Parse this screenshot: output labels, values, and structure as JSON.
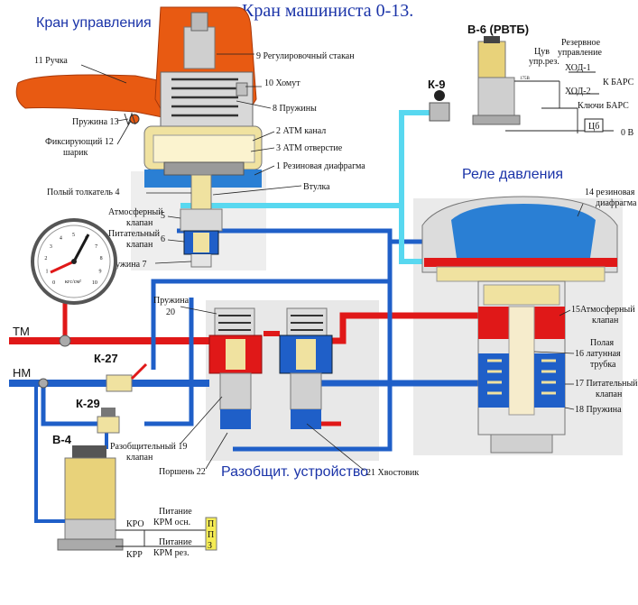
{
  "title": "Кран машиниста 0-13.",
  "sections": {
    "control_valve": "Кран управления",
    "pressure_relay": "Реле давления",
    "disconnect_device": "Разобщит. устройство"
  },
  "valve_labels": {
    "l11": "11 Ручка",
    "l9": "9 Регулировочный стакан",
    "l10": "10 Хомут",
    "l13": "Пружина 13",
    "l8": "8 Пружины",
    "l12a": "Фиксирующий 12",
    "l12b": "шарик",
    "l2": "2 АТМ канал",
    "l3": "3 АТМ отверстие",
    "l1": "1 Резиновая диафрагма",
    "l4": "Полый толкатель 4",
    "bushing": "Втулка",
    "l5a": "Атмосферный",
    "l5b": "клапан",
    "l5n": "5",
    "l6a": "Питательный",
    "l6b": "клапан",
    "l6n": "6",
    "l7": "Пружина 7"
  },
  "pipes": {
    "tm": "ТМ",
    "nm": "НМ",
    "k27": "К-27",
    "k29": "К-29",
    "k9": "К-9",
    "b4": "В-4"
  },
  "gauge": {
    "unit": "кгс/см²",
    "ticks": [
      "0",
      "1",
      "2",
      "3",
      "4",
      "5",
      "6",
      "7",
      "8",
      "9",
      "10"
    ]
  },
  "disconnect_labels": {
    "l20a": "Пружина",
    "l20b": "20",
    "l19a": "Разобщительный 19",
    "l19b": "клапан",
    "l22": "Поршень 22",
    "l21": "21 Хвостовик"
  },
  "relay_labels": {
    "l14a": "14 резиновая",
    "l14b": "диафрагма",
    "l15a": "15Атмосферный",
    "l15b": "клапан",
    "l16a": "Полая",
    "l16b": "16  латунная",
    "l16c": "трубка",
    "l17a": "17 Питательный",
    "l17b": "клапан",
    "l18": "18 Пружина"
  },
  "electrical": {
    "b6": "В-6  (РВТБ)",
    "cuv1": "Цув",
    "cuv2": "упр.рез.",
    "res1": "Резервное",
    "res2": "управление",
    "hod1": "ХОД-1",
    "hod2": "ХОД-2",
    "kbars": "К БАРС",
    "keys": "Ключи БАРС",
    "v175": "175В",
    "zero": "0 В",
    "cb": "Цб"
  },
  "bottom": {
    "kro": "КРО",
    "krr": "КРР",
    "pit1a": "Питание",
    "pit1b": "КРМ осн.",
    "pit2a": "Питание",
    "pit2b": "КРМ рез.",
    "p": "П",
    "p2": "П",
    "z": "З"
  },
  "colors": {
    "tm_pipe": "#e01818",
    "nm_pipe": "#1f5fc8",
    "atm_channel": "#58d8f0",
    "handle": "#e85a12",
    "housing_grey": "#d4d4d4",
    "brass": "#f0e2a0",
    "diaphragm": "#2a7fd4",
    "title": "#1a33a8"
  }
}
